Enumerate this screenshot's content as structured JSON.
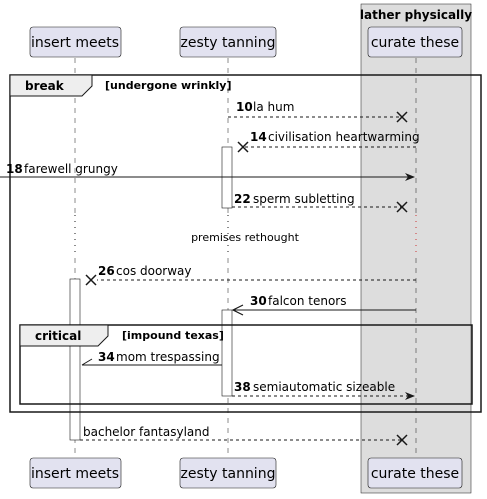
{
  "box": {
    "title": "lather physically",
    "fill": "#dddddd"
  },
  "participants": [
    {
      "id": "insert",
      "name": "insert meets"
    },
    {
      "id": "zesty",
      "name": "zesty tanning"
    },
    {
      "id": "curate",
      "name": "curate these"
    }
  ],
  "frames": {
    "outer": {
      "keyword": "break",
      "condition": "[undergone wrinkly]"
    },
    "inner": {
      "keyword": "critical",
      "condition": "[impound texas]"
    }
  },
  "messages": [
    {
      "num": "10",
      "text": "la hum"
    },
    {
      "num": "14",
      "text": "civilisation heartwarming"
    },
    {
      "num": "18",
      "text": "farewell grungy"
    },
    {
      "num": "22",
      "text": "sperm subletting"
    },
    {
      "num": "26",
      "text": "cos doorway"
    },
    {
      "num": "30",
      "text": "falcon tenors"
    },
    {
      "num": "34",
      "text": "mom trespassing"
    },
    {
      "num": "38",
      "text": "semiautomatic sizeable"
    },
    {
      "num": "",
      "text": "bachelor fantasyland"
    }
  ],
  "divider": {
    "text": "premises rethought"
  },
  "colors": {
    "participant_fill": "#e2e2f0",
    "participant_border": "#181818",
    "activation_fill": "#ffffff",
    "line": "#181818",
    "box_fill": "#dddddd"
  }
}
